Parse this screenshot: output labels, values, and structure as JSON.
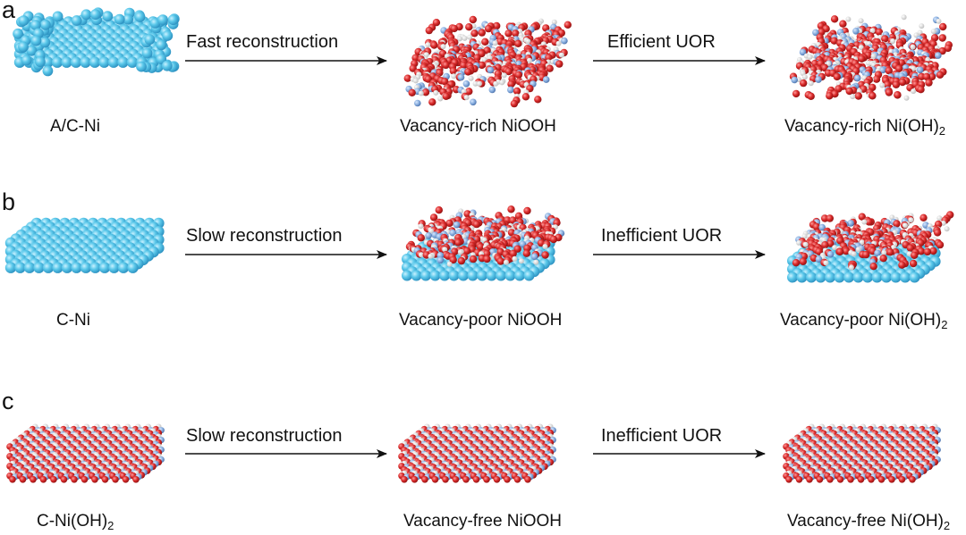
{
  "panels": [
    {
      "letter": "a",
      "start": {
        "label": "A/C-Ni",
        "sub": ""
      },
      "arrow1": "Fast reconstruction",
      "mid": {
        "label": "Vacancy-rich NiOOH",
        "sub": ""
      },
      "arrow2": "Efficient UOR",
      "end": {
        "label": "Vacancy-rich Ni(OH)",
        "sub": "2"
      }
    },
    {
      "letter": "b",
      "start": {
        "label": "C-Ni",
        "sub": ""
      },
      "arrow1": "Slow reconstruction",
      "mid": {
        "label": "Vacancy-poor NiOOH",
        "sub": ""
      },
      "arrow2": "Inefficient UOR",
      "end": {
        "label": "Vacancy-poor Ni(OH)",
        "sub": "2"
      }
    },
    {
      "letter": "c",
      "start": {
        "label": "C-Ni(OH)",
        "sub": "2"
      },
      "arrow1": "Slow reconstruction",
      "mid": {
        "label": "Vacancy-free NiOOH",
        "sub": ""
      },
      "arrow2": "Inefficient UOR",
      "end": {
        "label": "Vacancy-free Ni(OH)",
        "sub": "2"
      }
    }
  ],
  "colors": {
    "nickel": "#5bc8ea",
    "nickel_dark": "#2f9fcb",
    "oxygen": "#d92a2a",
    "hydrogen": "#f1f1f1"
  }
}
